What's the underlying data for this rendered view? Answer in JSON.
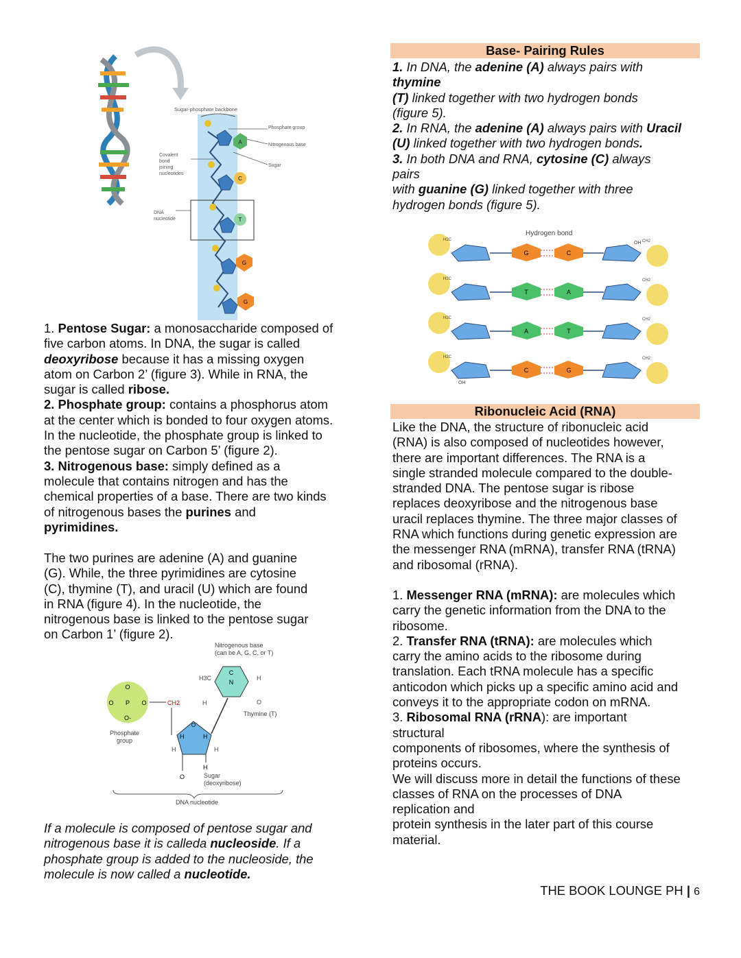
{
  "figures": {
    "dna_strand": {
      "sugar_phosphate_backbone": "Sugar-phosphate backbone",
      "phosphate_group": "Phosphate group",
      "nitrogenous_base": "Nitrogenous base",
      "sugar": "Sugar",
      "covalent_bond": [
        "Covalent",
        "bond",
        "joining",
        "nucleotides"
      ],
      "dna_nucleotide": [
        "DNA",
        "nucleotide"
      ],
      "bases": [
        "A",
        "C",
        "T",
        "G",
        "G"
      ]
    },
    "base_pairs": {
      "hydrogen_bond": "Hydrogen bond",
      "oh": "OH",
      "ch2": "CH2",
      "h2c": "H2C",
      "pairs": [
        [
          "G",
          "C"
        ],
        [
          "T",
          "A"
        ],
        [
          "A",
          "T"
        ],
        [
          "C",
          "G"
        ]
      ]
    },
    "nucleotide": {
      "nitrogenous_base": [
        "Nitrogenous base",
        "(can be A, G, C, or T)"
      ],
      "thymine": "Thymine (T)",
      "phosphate": [
        "Phosphate",
        "group"
      ],
      "sugar": [
        "Sugar",
        "(deoxyribose)"
      ],
      "dna_nucleotide": "DNA nucleotide",
      "ch2": "CH2",
      "h3c": "H3C",
      "atoms": {
        "o": "O",
        "p": "P",
        "h": "H",
        "c": "C",
        "n": "N",
        "o_minus": "O-"
      }
    }
  },
  "left": {
    "item1": {
      "num": "1.",
      "term": "Pentose Sugar:",
      "line1": "a monosaccharide composed of",
      "line2": "five carbon atoms. In DNA, the sugar is called",
      "deoxy": "deoxyribose",
      "line3": "because it has a missing oxygen",
      "line4": "atom on Carbon 2’ (figure 3). While in RNA, the",
      "line5": "sugar is called",
      "ribose": "ribose."
    },
    "item2": {
      "num": "2.",
      "term": "Phosphate group:",
      "line1": "contains a phosphorus atom",
      "line2": "at the center which is bonded to four oxygen atoms.",
      "line3": "In the nucleotide, the phosphate group is linked to",
      "line4": "the pentose sugar on Carbon 5’ (figure 2)."
    },
    "item3": {
      "num": "3.",
      "term": "Nitrogenous base:",
      "line1": "simply defined as a",
      "line2": "molecule that contains nitrogen and has the",
      "line3": "chemical properties of a base. There are two kinds",
      "line4": "of nitrogenous bases the",
      "purines": "purines",
      "and": "and",
      "pyrimidines": "pyrimidines."
    },
    "para": [
      "The two purines are adenine (A) and guanine",
      "(G). While, the three pyrimidines are cytosine",
      "(C), thymine (T), and uracil (U) which are found",
      "in RNA (figure 4). In the nucleotide, the",
      "nitrogenous base is linked to the pentose sugar",
      "on Carbon 1’ (figure 2)."
    ],
    "italic_note": {
      "l1": "If a molecule is composed of pentose sugar and",
      "l2a": "nitrogenous base it is calleda",
      "nucleoside": "nucleoside",
      "l2b": ". If a",
      "l3": "phosphate group is added to the nucleoside, the",
      "l4a": "molecule is now called a",
      "nucleotide": "nucleotide."
    }
  },
  "right": {
    "base_pairing": {
      "heading": "Base- Pairing Rules",
      "r1_num": "1.",
      "r1_a": "In DNA, the",
      "r1_adenine": "adenine (A)",
      "r1_b": "always pairs with",
      "r1_thymine": "thymine",
      "r1_t": "(T)",
      "r1_c": "linked together with two hydrogen bonds",
      "r1_d": "(figure 5).",
      "r2_num": "2.",
      "r2_a": "In RNA, the",
      "r2_adenine": "adenine (A)",
      "r2_b": "always pairs with",
      "r2_uracil": "Uracil",
      "r2_u": "(U)",
      "r2_c": "linked together with two hydrogen bonds",
      "r2_dot": ".",
      "r3_num": "3.",
      "r3_a": "In both DNA and RNA,",
      "r3_cytosine": "cytosine (C)",
      "r3_b": "always",
      "r3_c": "pairs",
      "r3_d": "with",
      "r3_guanine": "guanine (G)",
      "r3_e": "linked together with three",
      "r3_f": "hydrogen bonds (figure 5)."
    },
    "rna": {
      "heading": "Ribonucleic Acid (RNA)",
      "para": [
        "Like the DNA, the structure of ribonucleic acid",
        "(RNA) is also composed of nucleotides however,",
        "there are important differences. The RNA is a",
        "single stranded molecule compared to the double-",
        "stranded DNA. The pentose sugar is ribose",
        "replaces deoxyribose and the nitrogenous base",
        "uracil replaces thymine. The three major classes of",
        "RNA which functions during genetic expression are",
        "the messenger RNA (mRNA), transfer RNA (tRNA)",
        "and ribosomal (rRNA)."
      ],
      "m_num": "1.",
      "m_term": "Messenger RNA (mRNA):",
      "m1": "are molecules which",
      "m2": "carry the genetic information from the DNA to the",
      "m3": "ribosome.",
      "t_num": "2.",
      "t_term": "Transfer RNA (tRNA):",
      "t1": "are molecules which",
      "t2": "carry the amino acids to the ribosome during",
      "t3": "translation. Each tRNA molecule has a specific",
      "t4": "anticodon which picks up a specific amino acid and",
      "t5": "conveys it to the appropriate codon on mRNA.",
      "r_num": "3.",
      "r_term": "Ribosomal RNA (rRNA",
      "r1": "): are important",
      "r2": "structural",
      "r3": "components of ribosomes, where the synthesis of",
      "r4": "proteins occurs.",
      "closing": [
        "We will discuss more in detail the functions of these",
        "classes of RNA on the processes of DNA",
        "replication and",
        "protein synthesis in the later part of this course",
        "material."
      ]
    }
  },
  "footer": {
    "brand": "THE BOOK LOUNGE PH",
    "sep": "|",
    "page": "6"
  }
}
